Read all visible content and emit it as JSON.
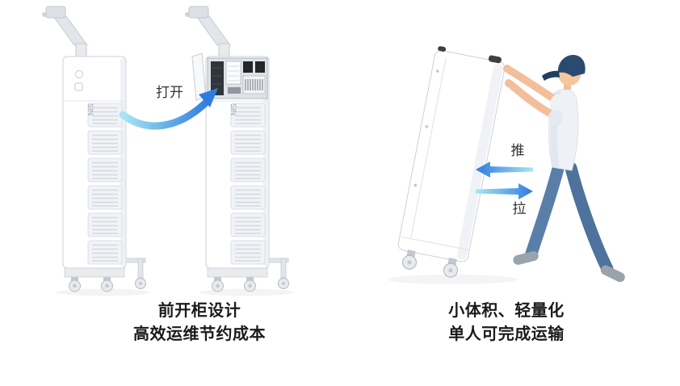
{
  "left_panel": {
    "open_label": "打开",
    "cabinet_side_label": "SIN",
    "caption_line1": "前开柜设计",
    "caption_line2": "高效运维节约成本"
  },
  "right_panel": {
    "push_label": "推",
    "pull_label": "拉",
    "caption_line1": "小体积、轻量化",
    "caption_line2": "单人可完成运输"
  },
  "colors": {
    "arrow_blue": "#2e7ce0",
    "arrow_cyan": "#a7e6f4",
    "caption_text": "#1b1b1b",
    "label_text": "#333333",
    "cabinet_body": "#ffffff",
    "cabinet_outline": "#ccd1d7",
    "grille_fill": "#f1f3f6",
    "pants_blue": "#597fa9",
    "shirt_gray": "#eef2f6",
    "cap_navy": "#2b4a6f",
    "skin": "#f3bf9b",
    "shoe_gray": "#99a3ac"
  }
}
